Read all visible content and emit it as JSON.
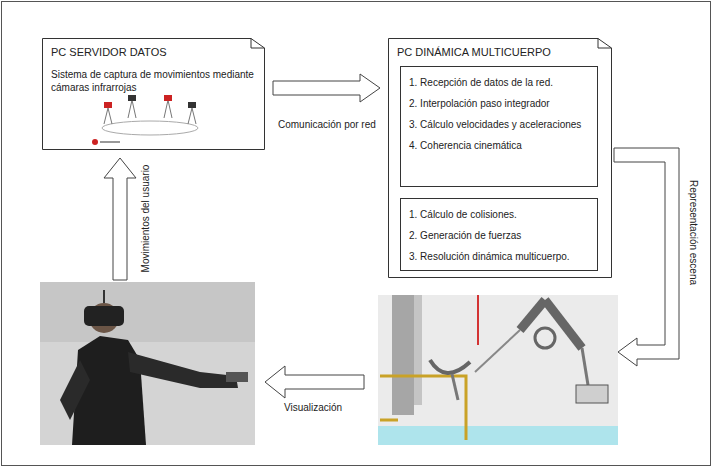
{
  "diagram": {
    "nodes": [
      {
        "text": [
          "PC SERVIDOR DATOS",
          "Sistema de captura de movimientos mediante cámaras infrarrojas"
        ]
      },
      {
        "text": [
          "PC DINÁMICA MULTICUERPO"
        ]
      },
      {
        "text": [
          "1. Recepción de datos de la red.",
          "2. Interpolación paso integrador",
          "3. Cálculo velocidades y aceleraciones",
          "4. Coherencia cinemática"
        ],
        "in": 1
      },
      {
        "text": [
          "1. Cálculo de colisiones.",
          "2. Generación de fuerzas",
          "3. Resolución dinámica multicuerpo."
        ],
        "in": 1
      }
    ],
    "edges": [
      {
        "from": 0,
        "to": 1,
        "arrow": "to",
        "label": "Comunicación por red"
      }
    ],
    "labels": [
      "Movimientos del usuario",
      "Representación escena",
      "Visualización"
    ]
  }
}
